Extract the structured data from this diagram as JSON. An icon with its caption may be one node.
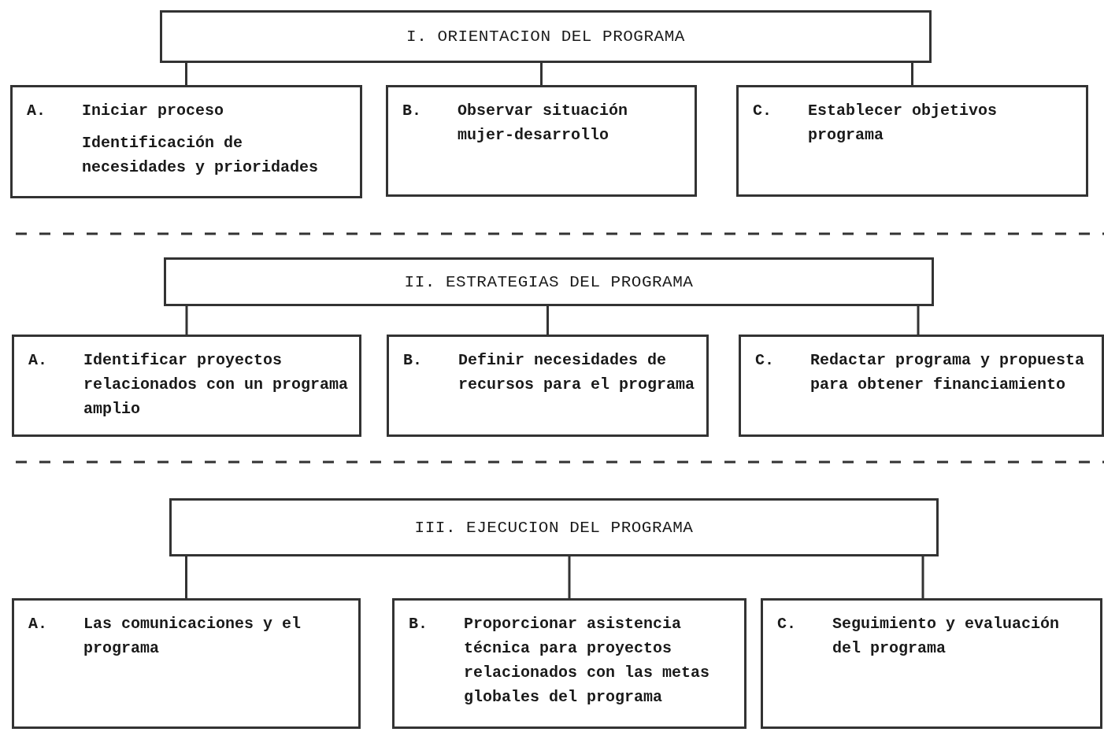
{
  "diagram": {
    "nodes": [
      {
        "text": [
          "I. ORIENTACION DEL PROGRAMA"
        ]
      },
      {
        "text": [
          "A.",
          "Iniciar proceso",
          "Identificación de necesidades y prioridades"
        ]
      },
      {
        "text": [
          "B.",
          "Observar situación mujer-desarrollo"
        ]
      },
      {
        "text": [
          "C.",
          "Establecer objetivos programa"
        ]
      },
      {
        "text": [
          "II. ESTRATEGIAS DEL PROGRAMA"
        ]
      },
      {
        "text": [
          "A.",
          "Identificar proyectos relacionados con un programa amplio"
        ]
      },
      {
        "text": [
          "B.",
          "Definir necesidades de recursos para el programa"
        ]
      },
      {
        "text": [
          "C.",
          "Redactar programa y propuesta para obtener financiamiento"
        ]
      },
      {
        "text": [
          "III. EJECUCION DEL PROGRAMA"
        ]
      },
      {
        "text": [
          "A.",
          "Las comunicaciones y el programa"
        ]
      },
      {
        "text": [
          "B.",
          "Proporcionar asistencia técnica para proyectos relacionados con las metas globales del programa"
        ]
      },
      {
        "text": [
          "C.",
          "Seguimiento y evaluación del programa"
        ]
      }
    ],
    "edges": [
      {
        "from": 0,
        "to": 1,
        "arrow": "none"
      },
      {
        "from": 0,
        "to": 2,
        "arrow": "none"
      },
      {
        "from": 0,
        "to": 3,
        "arrow": "none"
      },
      {
        "from": 4,
        "to": 5,
        "arrow": "none"
      },
      {
        "from": 4,
        "to": 6,
        "arrow": "none"
      },
      {
        "from": 4,
        "to": 7,
        "arrow": "none"
      },
      {
        "from": 8,
        "to": 9,
        "arrow": "none"
      },
      {
        "from": 8,
        "to": 10,
        "arrow": "none"
      },
      {
        "from": 8,
        "to": 11,
        "arrow": "none"
      }
    ]
  }
}
